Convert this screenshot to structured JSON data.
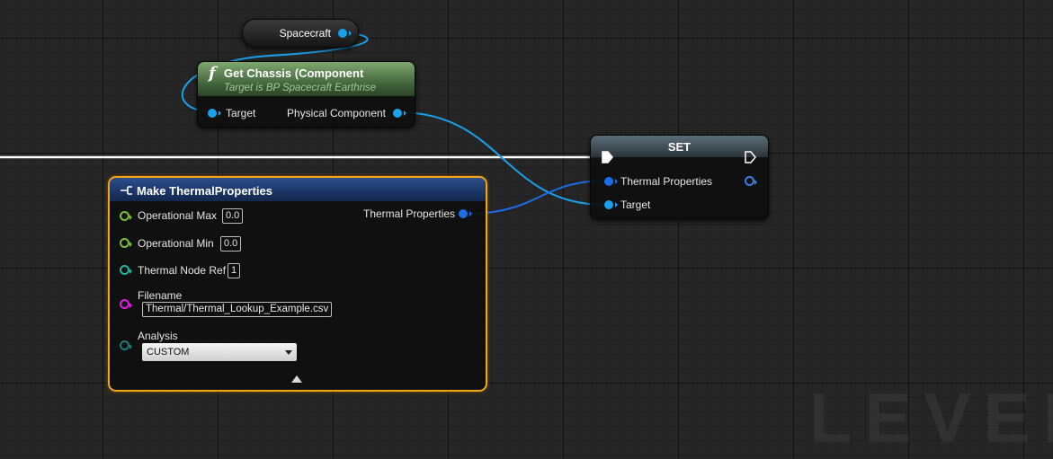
{
  "watermark": "LEVEL",
  "variable_node": {
    "label": "Spacecraft"
  },
  "get_chassis_node": {
    "title": "Get Chassis (Component",
    "subtitle": "Target is BP Spacecraft Earthrise",
    "input_pin": "Target",
    "output_pin": "Physical Component",
    "header_color": "#3d5e36"
  },
  "set_node": {
    "title": "SET",
    "pins": {
      "thermal_properties": "Thermal Properties",
      "target": "Target"
    }
  },
  "make_node": {
    "title": "Make ThermalProperties",
    "output_pin": "Thermal Properties",
    "header_color": "#1b3566",
    "accent_color": "#f0a417",
    "fields": {
      "operational_max": {
        "label": "Operational Max",
        "value": "0.0"
      },
      "operational_min": {
        "label": "Operational Min",
        "value": "0.0"
      },
      "thermal_node_ref": {
        "label": "Thermal Node Ref",
        "value": "1"
      },
      "filename": {
        "label": "Filename",
        "value": "Thermal/Thermal_Lookup_Example.csv"
      },
      "analysis": {
        "label": "Analysis",
        "selected": "CUSTOM"
      }
    }
  },
  "wire_colors": {
    "object": "#1aa0ec",
    "struct": "#1a6ee6",
    "exec": "#ffffff"
  },
  "icons": [
    "function-icon",
    "make-struct-icon",
    "exec-pin-icon",
    "dropdown-caret-icon",
    "collapse-arrow-icon"
  ]
}
